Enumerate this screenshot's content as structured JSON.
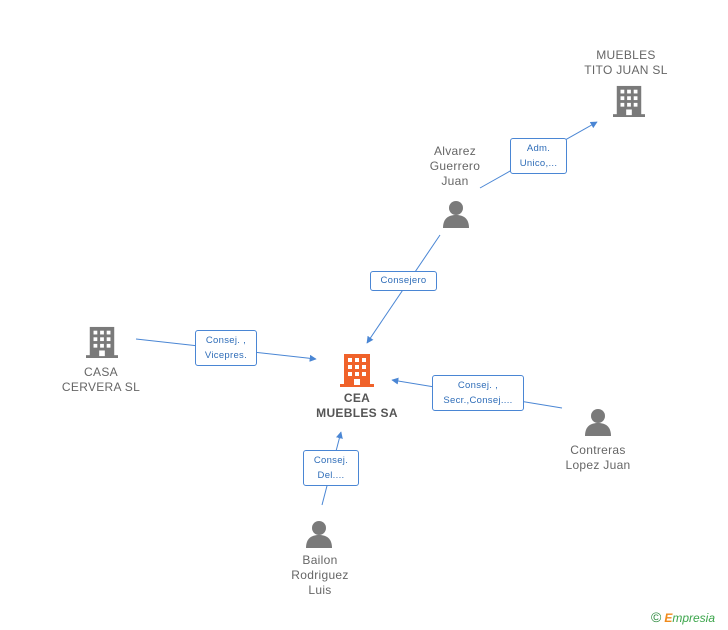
{
  "colors": {
    "edge": "#4a86d4",
    "company": "#7a7a7a",
    "company_focus": "#f0622a",
    "person": "#7a7a7a"
  },
  "nodes": {
    "center": {
      "lines": [
        "CEA",
        "MUEBLES SA"
      ],
      "icon": "building-icon"
    },
    "muebles_tito": {
      "lines": [
        "MUEBLES",
        "TITO JUAN SL"
      ],
      "icon": "building-icon"
    },
    "casa_cervera": {
      "lines": [
        "CASA",
        "CERVERA  SL"
      ],
      "icon": "building-icon"
    },
    "alvarez": {
      "lines": [
        "Alvarez",
        "Guerrero",
        "Juan"
      ],
      "icon": "person-icon"
    },
    "contreras": {
      "lines": [
        "Contreras",
        "Lopez Juan"
      ],
      "icon": "person-icon"
    },
    "bailon": {
      "lines": [
        "Bailon",
        "Rodriguez",
        "Luis"
      ],
      "icon": "person-icon"
    }
  },
  "edges": {
    "adm_unico": {
      "lines": [
        "Adm.",
        "Unico,..."
      ]
    },
    "consejero": {
      "lines": [
        "Consejero"
      ]
    },
    "consej_vicepres": {
      "lines": [
        "Consej. ,",
        "Vicepres."
      ]
    },
    "consej_secr": {
      "lines": [
        "Consej. ,",
        "Secr.,Consej...."
      ]
    },
    "consej_del": {
      "lines": [
        "Consej.",
        "Del...."
      ]
    }
  },
  "footer": {
    "copyright": "©",
    "brand_e": "E",
    "brand_rest": "mpresia"
  }
}
